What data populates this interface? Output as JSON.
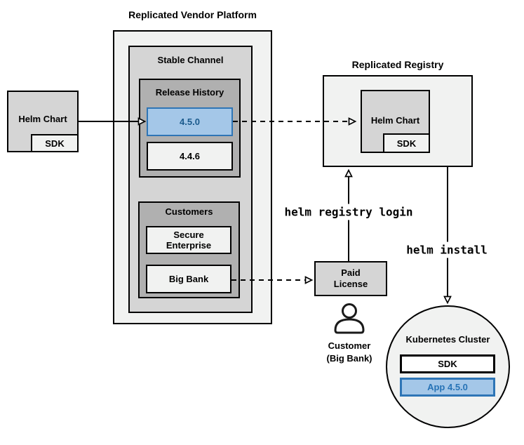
{
  "colors": {
    "page_bg": "#ffffff",
    "outer_container_fill": "#f1f2f1",
    "channel_fill": "#d5d5d5",
    "group_fill": "#b0b0b0",
    "light_box_fill": "#f1f2f1",
    "white_box_fill": "#ffffff",
    "highlight_fill": "#a4c7e8",
    "highlight_border": "#2e75b6",
    "highlight_text": "#1b5a8c",
    "line_color": "#000000"
  },
  "platform": {
    "title": "Replicated Vendor Platform",
    "channel": {
      "title": "Stable Channel",
      "history": {
        "title": "Release History",
        "releases": [
          "4.5.0",
          "4.4.6"
        ]
      },
      "customers": {
        "title": "Customers",
        "items": [
          "Secure Enterprise",
          "Big Bank"
        ]
      }
    }
  },
  "source": {
    "label": "Helm Chart",
    "sdk": "SDK"
  },
  "registry": {
    "title": "Replicated Registry",
    "chart": "Helm Chart",
    "sdk": "SDK"
  },
  "license": {
    "label": "Paid License"
  },
  "customer": {
    "caption": "Customer (Big Bank)"
  },
  "commands": {
    "login": "helm registry login",
    "install": "helm install"
  },
  "cluster": {
    "title": "Kubernetes Cluster",
    "sdk": "SDK",
    "app": "App 4.5.0"
  },
  "icons": {
    "person": "person-icon",
    "arrowhead": "open-triangle-arrowhead"
  }
}
